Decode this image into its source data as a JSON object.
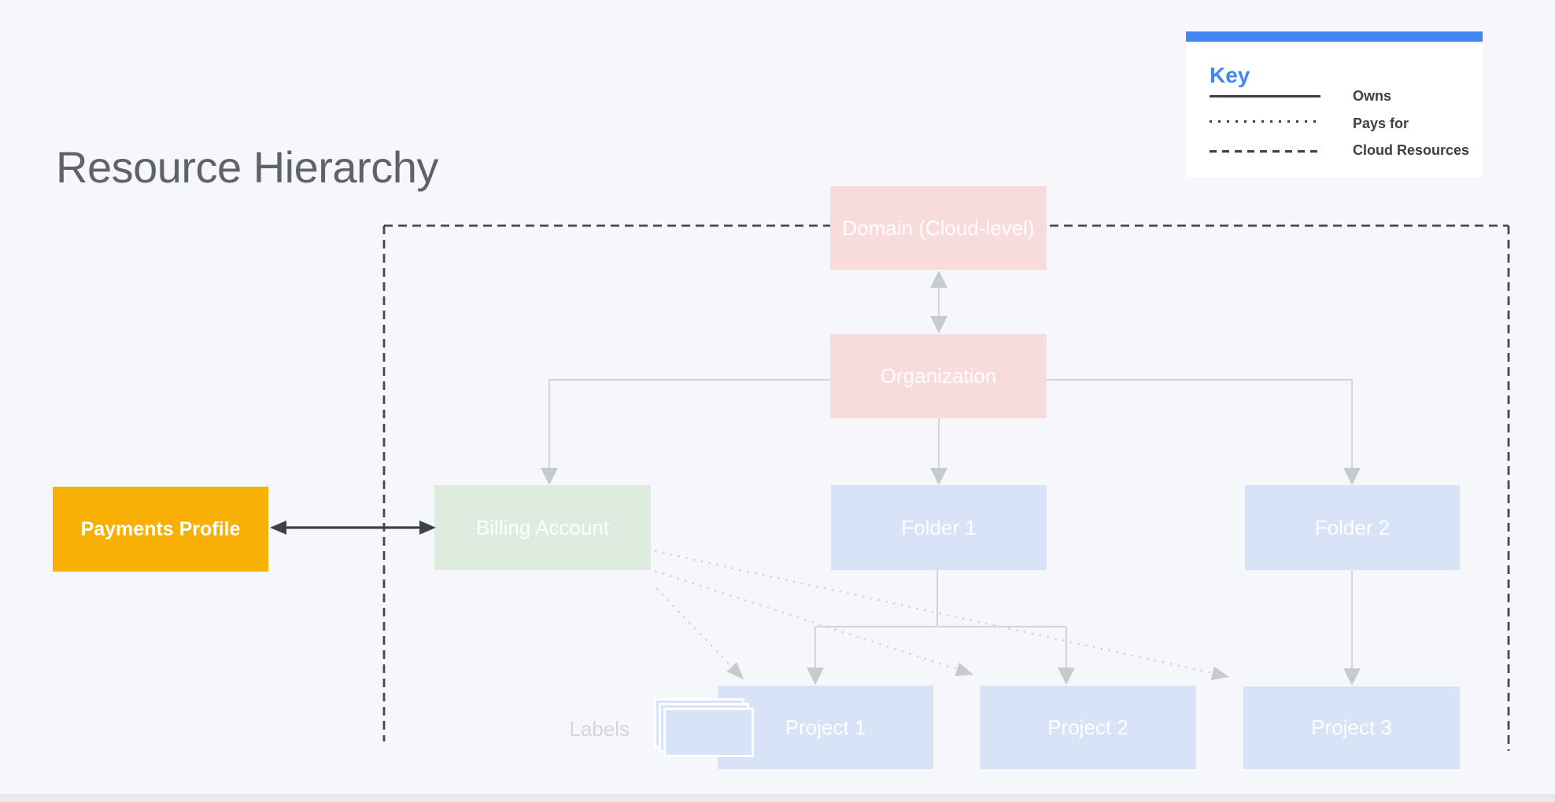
{
  "title": "Resource Hierarchy",
  "legend": {
    "heading": "Key",
    "items": [
      {
        "style": "solid",
        "label": "Owns"
      },
      {
        "style": "dotted",
        "label": "Pays for"
      },
      {
        "style": "dashed",
        "label": "Cloud Resources"
      }
    ]
  },
  "nodes": {
    "domain": {
      "label": "Domain (Cloud-level)",
      "color": "#F8DCDC"
    },
    "organization": {
      "label": "Organization",
      "color": "#F8DCDC"
    },
    "billing_account": {
      "label": "Billing Account",
      "color": "#DEEBDF"
    },
    "folder_1": {
      "label": "Folder 1",
      "color": "#D8E3F8"
    },
    "folder_2": {
      "label": "Folder 2",
      "color": "#D8E3F8"
    },
    "project_1": {
      "label": "Project 1",
      "color": "#D8E3F8"
    },
    "project_2": {
      "label": "Project 2",
      "color": "#D8E3F8"
    },
    "project_3": {
      "label": "Project 3",
      "color": "#D8E3F8"
    },
    "payments_profile": {
      "label": "Payments Profile",
      "color": "#F9B005"
    }
  },
  "annotations": {
    "labels_caption": "Labels"
  },
  "colors": {
    "background": "#F6F7FA",
    "accent_blue": "#4285F4",
    "title_gray": "#5F6368",
    "legend_text": "#3C4043",
    "boundary_dash": "#46484A",
    "tree_lines": "#D4D7DA",
    "dark_arrow": "#3F4245",
    "dotted_line": "#D2D5D8"
  }
}
